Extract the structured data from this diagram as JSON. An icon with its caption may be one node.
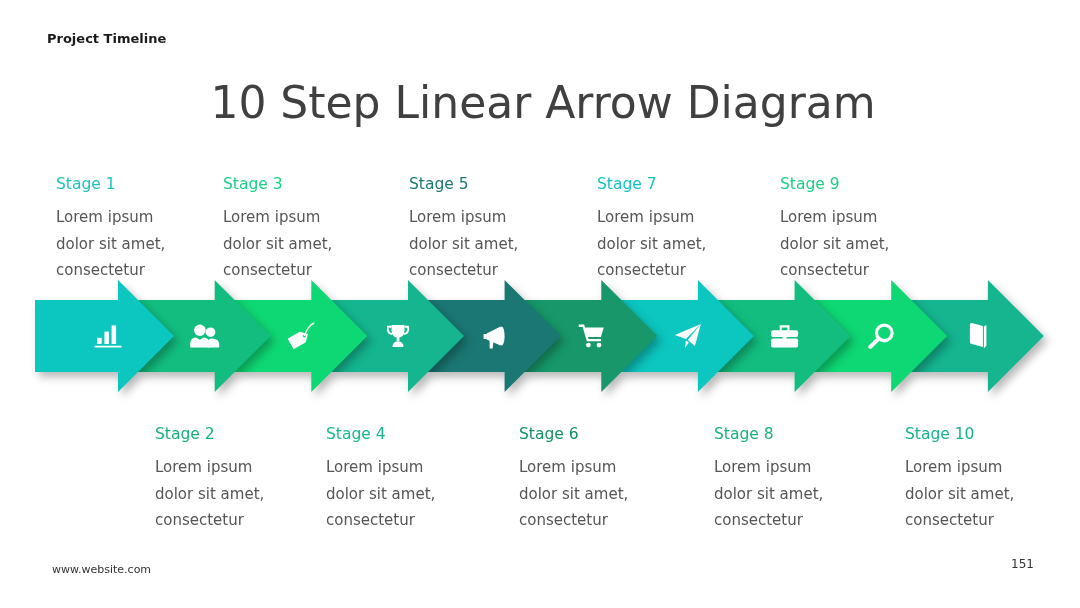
{
  "diagram": {
    "title": "10 Step Linear Arrow Diagram",
    "nodes": [
      {
        "text": [],
        "shape": "arrow",
        "beside": [
          "Stage 1",
          "Lorem ipsum dolor sit amet, consectetur"
        ]
      },
      {
        "text": [],
        "shape": "arrow",
        "beside": [
          "Stage 2",
          "Lorem ipsum dolor sit amet, consectetur"
        ]
      },
      {
        "text": [],
        "shape": "arrow",
        "beside": [
          "Stage 3",
          "Lorem ipsum dolor sit amet, consectetur"
        ]
      },
      {
        "text": [],
        "shape": "arrow",
        "beside": [
          "Stage 4",
          "Lorem ipsum dolor sit amet, consectetur"
        ]
      },
      {
        "text": [],
        "shape": "arrow",
        "beside": [
          "Stage 5",
          "Lorem ipsum dolor sit amet, consectetur"
        ]
      },
      {
        "text": [],
        "shape": "arrow",
        "beside": [
          "Stage 6",
          "Lorem ipsum dolor sit amet, consectetur"
        ]
      },
      {
        "text": [],
        "shape": "arrow",
        "beside": [
          "Stage 7",
          "Lorem ipsum dolor sit amet, consectetur"
        ]
      },
      {
        "text": [],
        "shape": "arrow",
        "beside": [
          "Stage 8",
          "Lorem ipsum dolor sit amet, consectetur"
        ]
      },
      {
        "text": [],
        "shape": "arrow",
        "beside": [
          "Stage 9",
          "Lorem ipsum dolor sit amet, consectetur"
        ]
      },
      {
        "text": [],
        "shape": "arrow",
        "beside": [
          "Stage 10",
          "Lorem ipsum dolor sit amet, consectetur"
        ]
      }
    ],
    "labels": [
      "Project Timeline",
      "www.website.com",
      "151"
    ]
  }
}
